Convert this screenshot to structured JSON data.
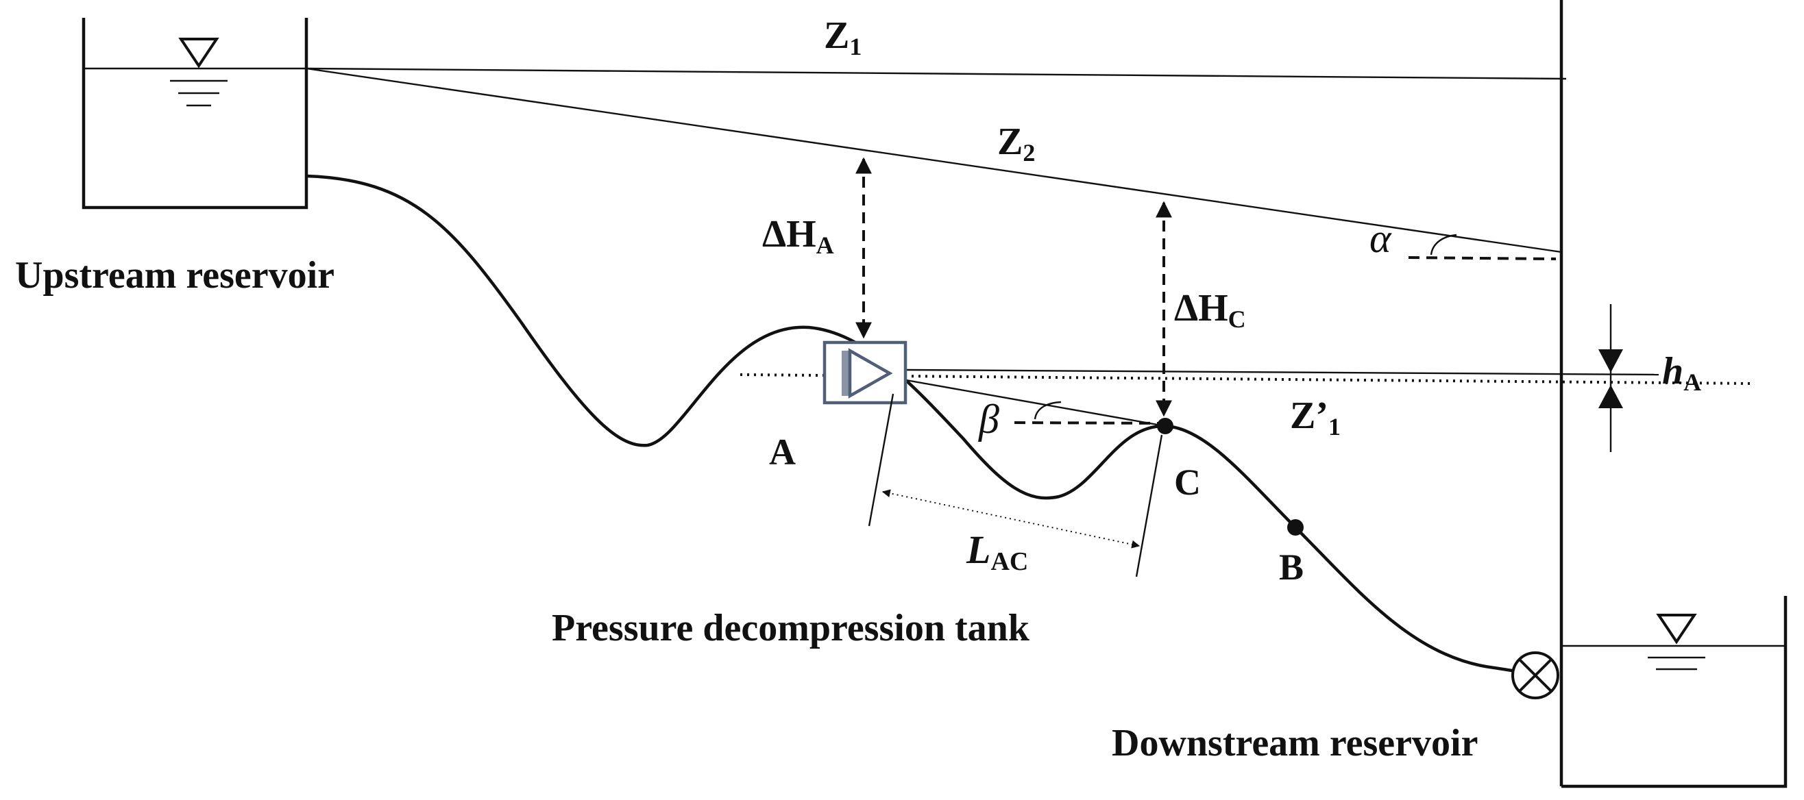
{
  "labels": {
    "z1": "Z",
    "z1_sub": "1",
    "z2": "Z",
    "z2_sub": "2",
    "dha": "ΔH",
    "dha_sub": "A",
    "dhc": "ΔH",
    "dhc_sub": "C",
    "alpha": "α",
    "beta": "β",
    "z1p": "Z’",
    "z1p_sub": "1",
    "ha": "h",
    "ha_sub": "A",
    "point_a": "A",
    "point_b": "B",
    "point_c": "C",
    "lac": "L",
    "lac_sub": "AC",
    "upstream": "Upstream reservoir",
    "downstream": "Downstream reservoir",
    "tank": "Pressure decompression tank"
  },
  "colors": {
    "ink": "#111111",
    "tank_frame": "#4f5f78",
    "tank_fill": "#8a94a6"
  },
  "icons": {
    "water_level": "inverted-triangle-icon",
    "valve": "valve-icon",
    "tank": "tank-icon"
  }
}
